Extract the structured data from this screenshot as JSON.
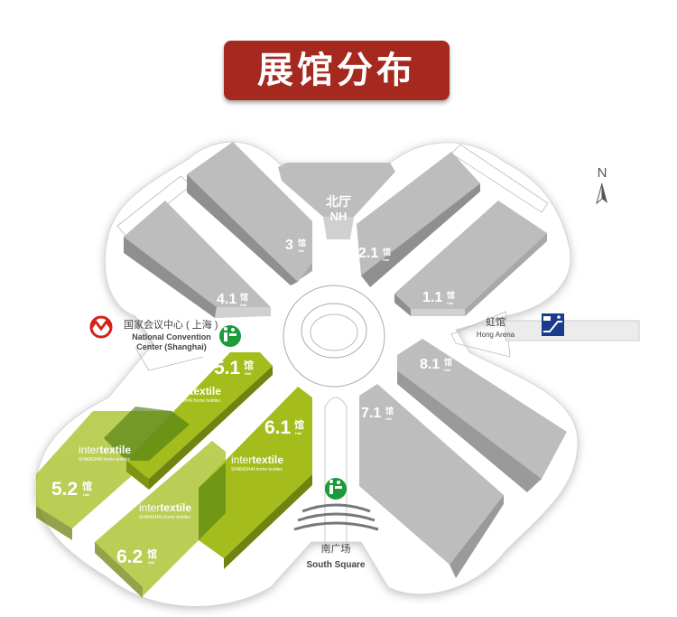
{
  "title": "展馆分布",
  "compass": "N",
  "north_hall": {
    "cn": "北厅",
    "en": "NH"
  },
  "halls": [
    {
      "id": "3",
      "num": "3",
      "cn": "馆",
      "en": "Hall",
      "color": "gray"
    },
    {
      "id": "4.1",
      "num": "4.1",
      "cn": "馆",
      "en": "Hall",
      "color": "gray"
    },
    {
      "id": "2.1",
      "num": "2.1",
      "cn": "馆",
      "en": "Hall",
      "color": "gray"
    },
    {
      "id": "1.1",
      "num": "1.1",
      "cn": "馆",
      "en": "Hall",
      "color": "gray"
    },
    {
      "id": "8.1",
      "num": "8.1",
      "cn": "馆",
      "en": "Hall",
      "color": "gray"
    },
    {
      "id": "7.1",
      "num": "7.1",
      "cn": "馆",
      "en": "Hall",
      "color": "gray"
    },
    {
      "id": "5.1",
      "num": "5.1",
      "cn": "馆",
      "en": "Hall",
      "color": "green"
    },
    {
      "id": "6.1",
      "num": "6.1",
      "cn": "馆",
      "en": "Hall",
      "color": "green"
    },
    {
      "id": "5.2",
      "num": "5.2",
      "cn": "馆",
      "en": "Hall",
      "color": "green"
    },
    {
      "id": "6.2",
      "num": "6.2",
      "cn": "馆",
      "en": "Hall",
      "color": "green"
    }
  ],
  "brand": {
    "inter": "inter",
    "textile": "textile",
    "sub": "SHANGHAI home textiles"
  },
  "ncc": {
    "cn": "国家会议中心 ( 上海 )",
    "en1": "National Convention",
    "en2": "Center (Shanghai)"
  },
  "hong_arena": {
    "cn": "虹馆",
    "en": "Hong Arena"
  },
  "south_square": {
    "cn": "南广场",
    "en": "South Square"
  },
  "colors": {
    "banner": "#a5291f",
    "green_top": "#a4bd1c",
    "green_side": "#6f8410",
    "gray_top": "#bdbdbd",
    "gray_side": "#939393",
    "metro": "#d7201a",
    "info": "#1e9a3a",
    "blue": "#1a3c8c"
  }
}
